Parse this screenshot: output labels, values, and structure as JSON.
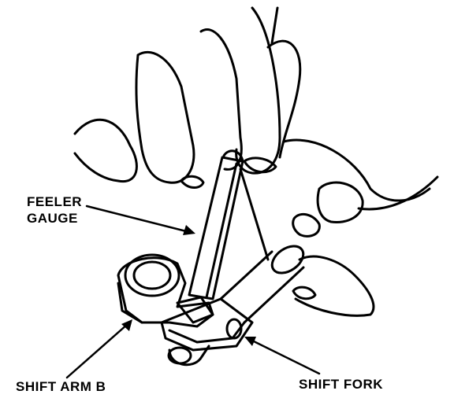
{
  "labels": {
    "feeler_gauge_line1": "FEELER",
    "feeler_gauge_line2": "GAUGE",
    "shift_arm": "SHIFT ARM B",
    "shift_fork": "SHIFT FORK"
  },
  "colors": {
    "ink": "#000000",
    "paper": "#ffffff"
  }
}
